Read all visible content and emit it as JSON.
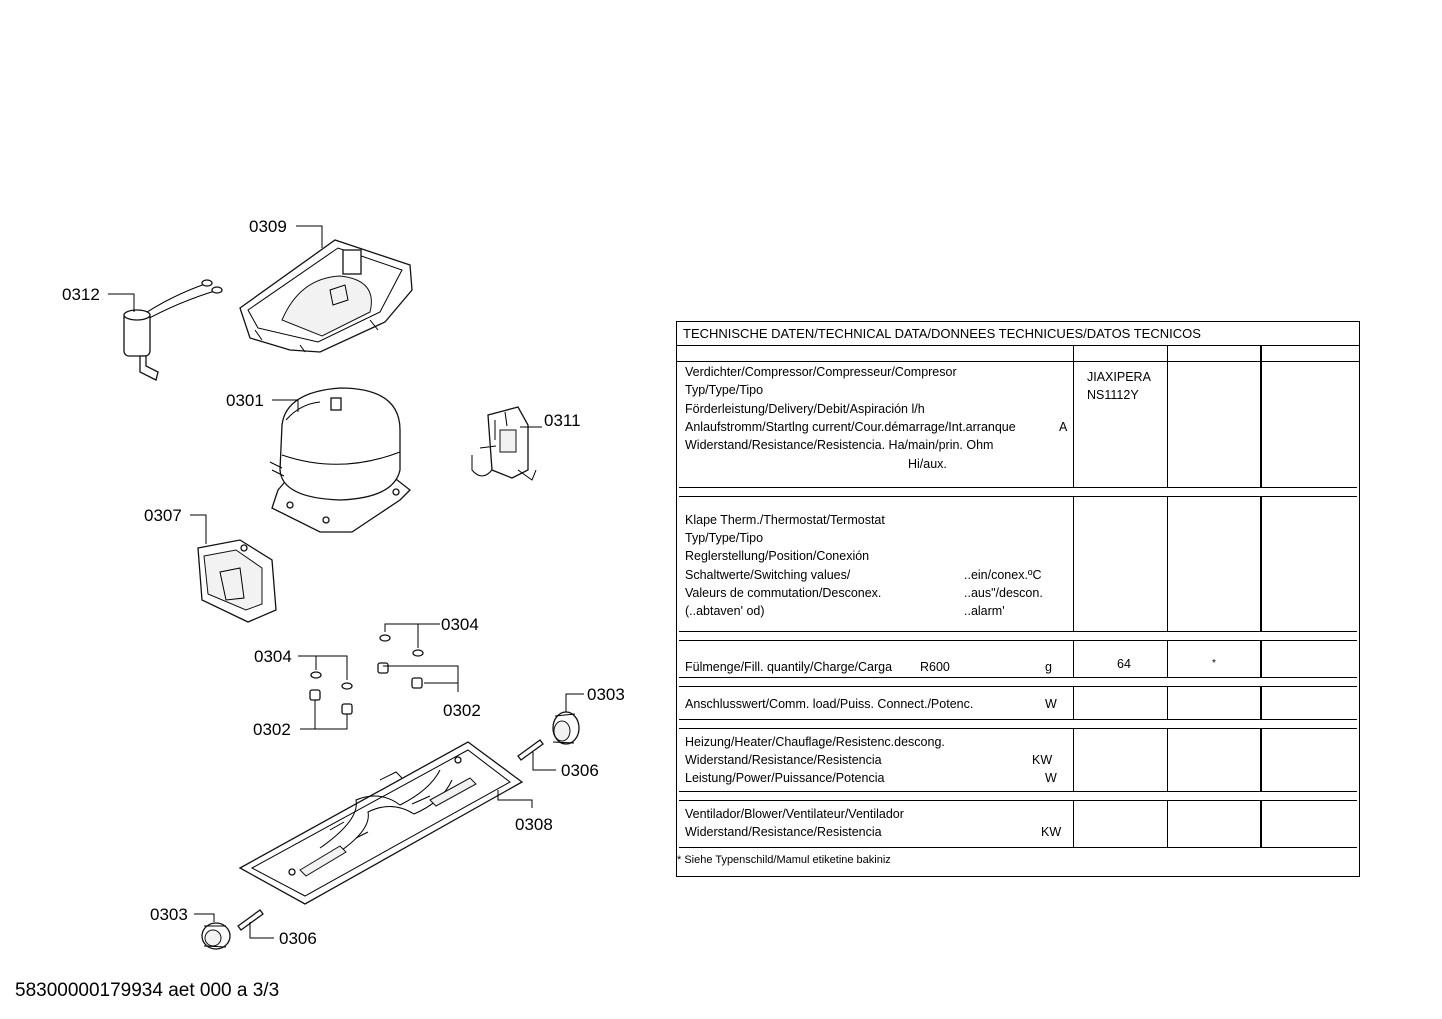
{
  "doc_id": "58300000179934 aet 000 a 3/3",
  "parts": {
    "p0309": "0309",
    "p0312": "0312",
    "p0301": "0301",
    "p0311": "0311",
    "p0307": "0307",
    "p0304a": "0304",
    "p0304b": "0304",
    "p0302a": "0302",
    "p0302b": "0302",
    "p0303a": "0303",
    "p0306a": "0306",
    "p0308": "0308",
    "p0303b": "0303",
    "p0306b": "0306"
  },
  "table": {
    "title": "TECHNISCHE DATEN/TECHNICAL DATA/DONNEES TECHNICUES/DATOS TECNICOS",
    "compressor": {
      "l1": "Verdichter/Compressor/Compresseur/Compresor",
      "l2": "Typ/Type/Tipo",
      "l3": "Förderleistung/Delivery/Debit/Aspiración l/h",
      "l4": "Anlaufstromm/Startlng current/Cour.démarrage/Int.arranque",
      "l4unit": "A",
      "l5": "Widerstand/Resistance/Resistencia. Ha/main/prin. Ohm",
      "l6": "Hi/aux.",
      "v1": "JIAXIPERA",
      "v2": "NS1112Y"
    },
    "thermostat": {
      "l1": "Klape Therm./Thermostat/Termostat",
      "l2": "Typ/Type/Tipo",
      "l3": "Reglerstellung/Position/Conexión",
      "l4": "Schaltwerte/Switching values/",
      "l4r": "..ein/conex.ºC",
      "l5": "Valeurs de commutation/Desconex.",
      "l5r": "..aus\"/descon.",
      "l6": "(..abtaven' od)",
      "l6r": "..alarm'"
    },
    "fill": {
      "label": "Fülmenge/Fill. quantily/Charge/Carga",
      "refrigerant": "R600",
      "unit": "g",
      "value": "64",
      "value2": "*"
    },
    "load": {
      "label": "Anschlusswert/Comm. load/Puiss. Connect./Potenc.",
      "unit": "W"
    },
    "heater": {
      "l1": "Heizung/Heater/Chauflage/Resistenc.descong.",
      "l2": "Widerstand/Resistance/Resistencia",
      "l2unit": "KW",
      "l3": "Leistung/Power/Puissance/Potencia",
      "l3unit": "W"
    },
    "blower": {
      "l1": "Ventilador/Blower/Ventilateur/Ventilador",
      "l2": "Widerstand/Resistance/Resistencia",
      "l2unit": "KW"
    },
    "footnote": "* Siehe Typenschild/Mamul etiketine bakiniz"
  }
}
